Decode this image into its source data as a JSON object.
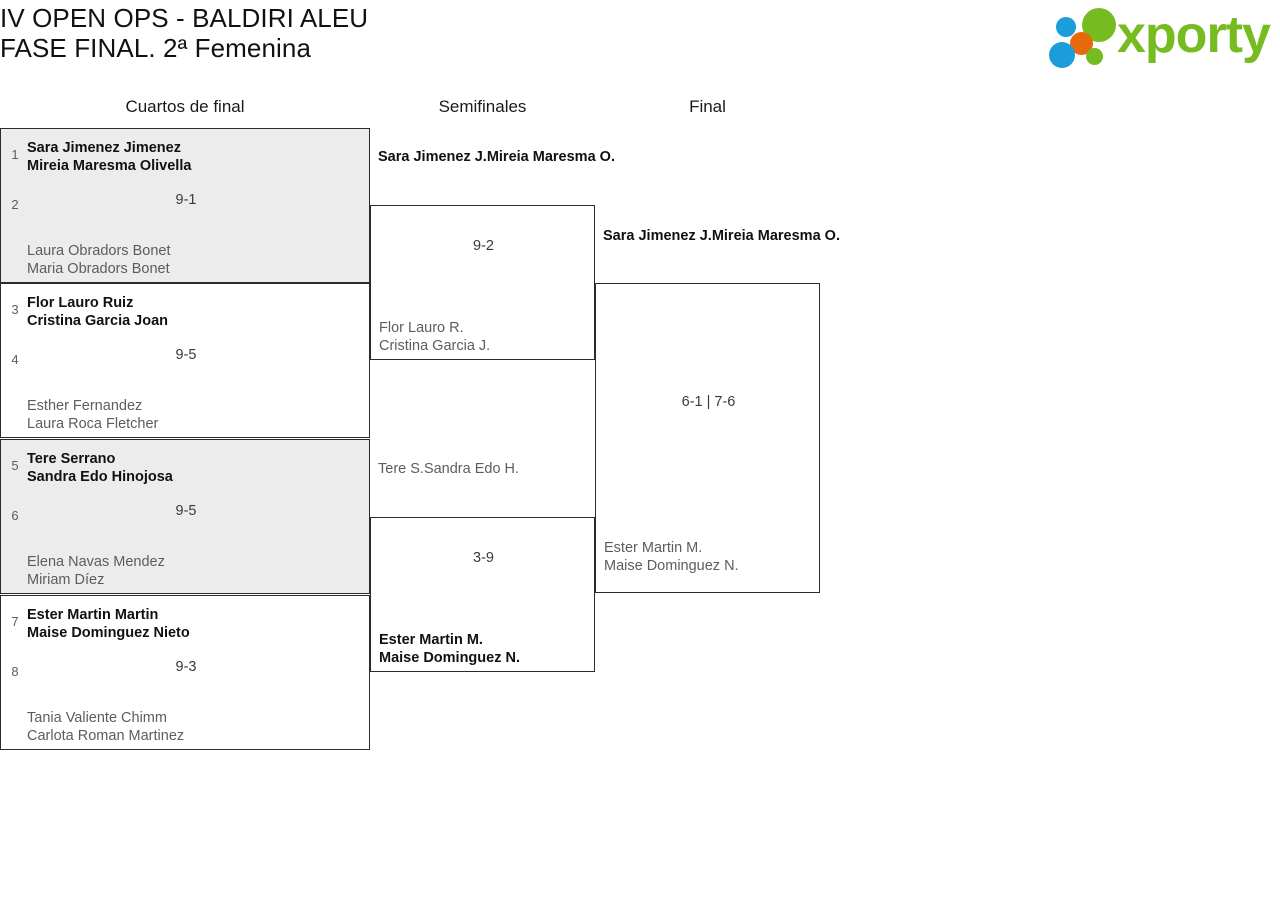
{
  "header": {
    "title_line_1": "IV OPEN OPS - BALDIRI ALEU",
    "title_line_2": "FASE FINAL. 2ª Femenina"
  },
  "logo": {
    "wordmark": "xporty",
    "colors": {
      "green": "#76bc21",
      "blue": "#1b9dd9",
      "orange": "#e8690b"
    }
  },
  "rounds": [
    {
      "label": "Cuartos de final"
    },
    {
      "label": "Semifinales"
    },
    {
      "label": "Final"
    }
  ],
  "quarterfinals": [
    {
      "shaded": true,
      "score": "9-1",
      "top": {
        "seed": "1",
        "player_1": "Sara Jimenez Jimenez",
        "player_2": "Mireia Maresma Olivella",
        "result": "winner"
      },
      "bottom": {
        "seed": "2",
        "player_1": "Laura Obradors Bonet",
        "player_2": "Maria Obradors Bonet",
        "result": "loser"
      }
    },
    {
      "shaded": false,
      "score": "9-5",
      "top": {
        "seed": "3",
        "player_1": "Flor Lauro Ruiz",
        "player_2": "Cristina Garcia Joan",
        "result": "winner"
      },
      "bottom": {
        "seed": "4",
        "player_1": "Esther Fernandez",
        "player_2": "Laura Roca Fletcher",
        "result": "loser"
      }
    },
    {
      "shaded": true,
      "score": "9-5",
      "top": {
        "seed": "5",
        "player_1": "Tere Serrano",
        "player_2": "Sandra Edo Hinojosa",
        "result": "winner"
      },
      "bottom": {
        "seed": "6",
        "player_1": "Elena Navas Mendez",
        "player_2": "Miriam Díez",
        "result": "loser"
      }
    },
    {
      "shaded": false,
      "score": "9-3",
      "top": {
        "seed": "7",
        "player_1": "Ester Martin Martin",
        "player_2": "Maise Dominguez Nieto",
        "result": "winner"
      },
      "bottom": {
        "seed": "8",
        "player_1": "Tania Valiente Chimm",
        "player_2": "Carlota Roman Martinez",
        "result": "loser"
      }
    }
  ],
  "semifinals": [
    {
      "score": "9-2",
      "top": {
        "player_1": "Sara Jimenez J.",
        "player_2": "Mireia Maresma O.",
        "result": "winner"
      },
      "bottom": {
        "player_1": "Flor Lauro R.",
        "player_2": "Cristina Garcia J.",
        "result": "loser"
      }
    },
    {
      "score": "3-9",
      "top": {
        "player_1": "Tere S.",
        "player_2": "Sandra Edo H.",
        "result": "loser"
      },
      "bottom": {
        "player_1": "Ester Martin M.",
        "player_2": "Maise Dominguez N.",
        "result": "winner"
      }
    }
  ],
  "final": {
    "score": "6-1 | 7-6",
    "top": {
      "player_1": "Sara Jimenez J.",
      "player_2": "Mireia Maresma O.",
      "result": "winner"
    },
    "bottom": {
      "player_1": "Ester Martin M.",
      "player_2": "Maise Dominguez N.",
      "result": "loser"
    }
  }
}
